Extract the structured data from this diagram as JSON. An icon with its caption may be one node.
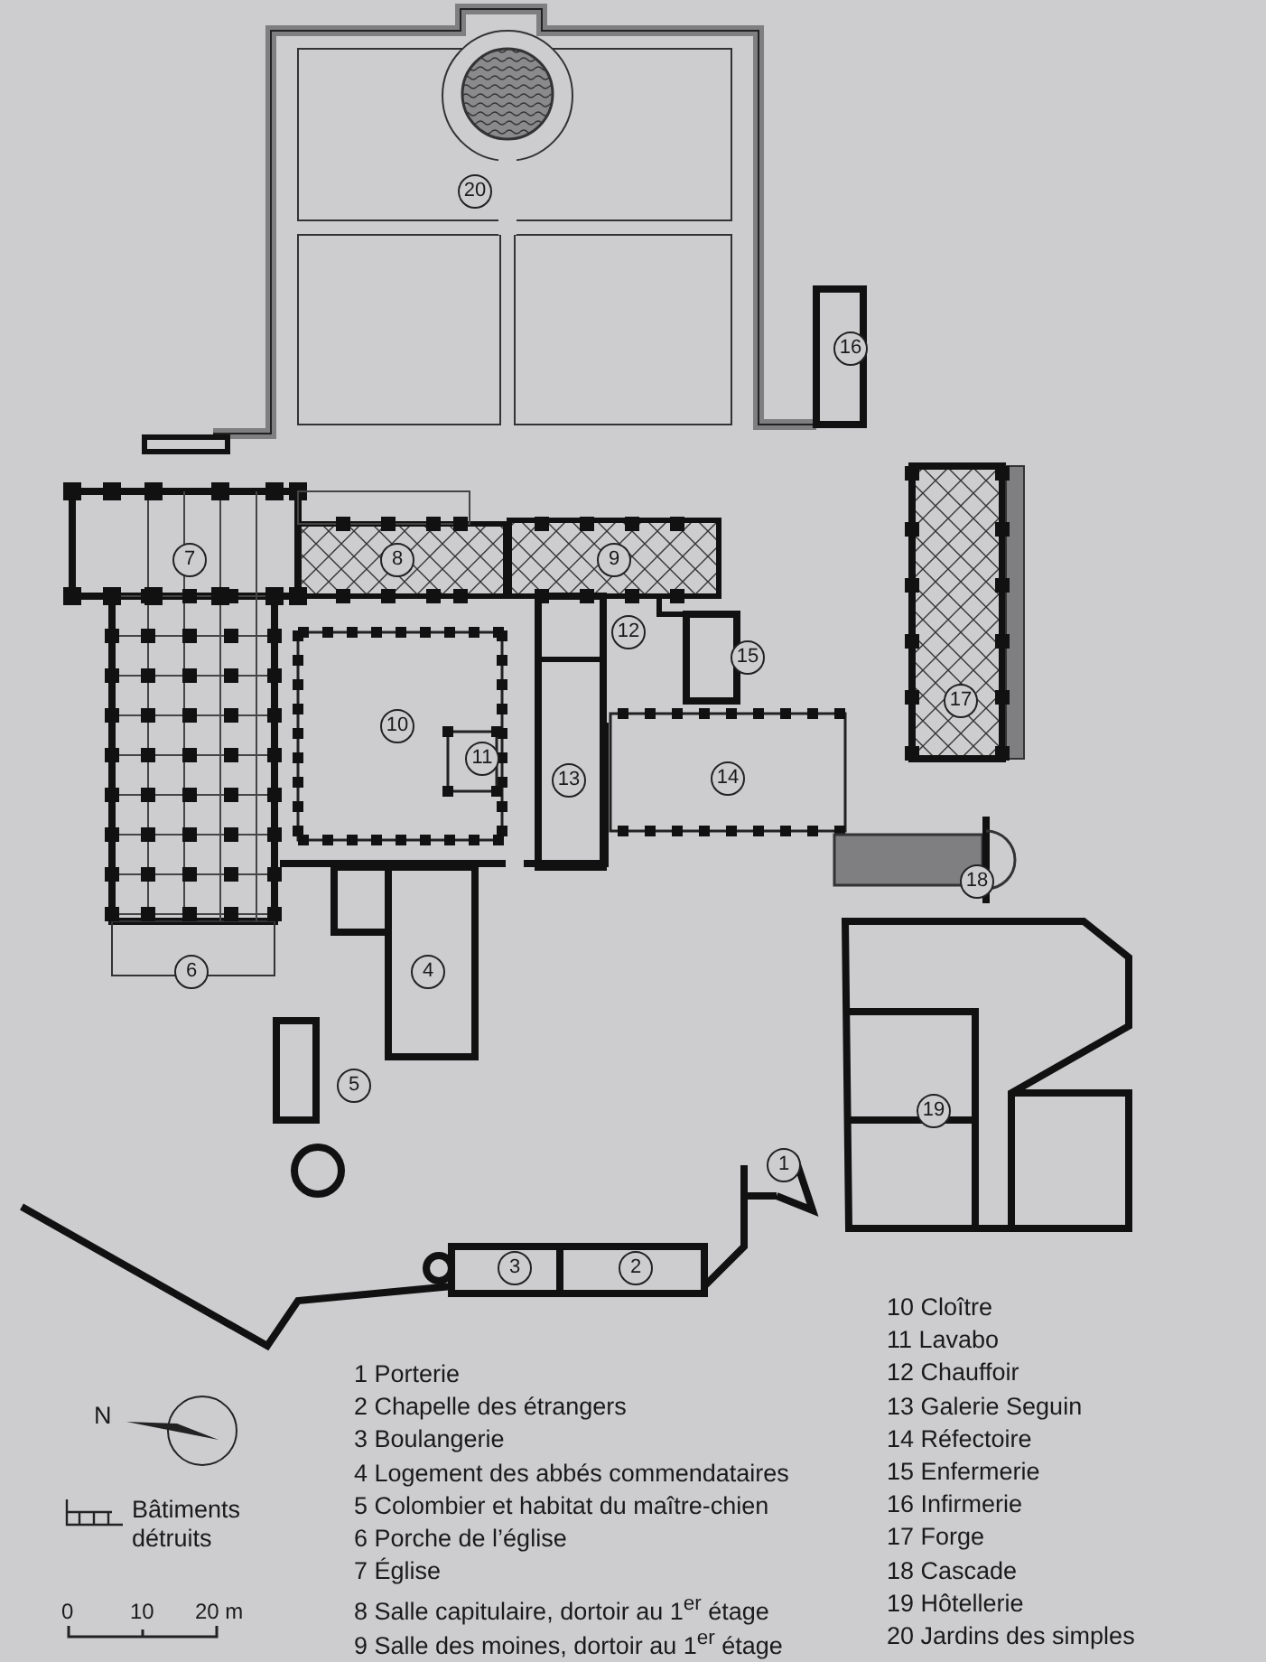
{
  "diagram": {
    "labels": [
      "20",
      "16",
      "7",
      "8",
      "9",
      "12",
      "15",
      "17",
      "10",
      "11",
      "13",
      "14",
      "18",
      "6",
      "4",
      "19",
      "5",
      "1",
      "3",
      "2",
      "N",
      "1 Porterie",
      "2 Chapelle des étrangers",
      "3 Boulangerie",
      "4 Logement des abbés commendataires",
      "5 Colombier et habitat du maître-chien",
      "6 Porche de l’église",
      "7 Église",
      "8 Salle capitulaire, dortoir au 1$^{er}$ étage",
      "9 Salle des moines, dortoir au 1$^{er}$ étage",
      "10 Cloître",
      "11 Lavabo",
      "12 Chauffoir",
      "13 Galerie Seguin",
      "14 Réfectoire",
      "15 Enfermerie",
      "16 Infirmerie",
      "17 Forge",
      "18 Cascade",
      "19 Hôtellerie",
      "20 Jardins des simples",
      "0",
      "10",
      "20 m"
    ],
    "legend": [
      {
        "text": "Bâtiments détruits"
      }
    ]
  }
}
